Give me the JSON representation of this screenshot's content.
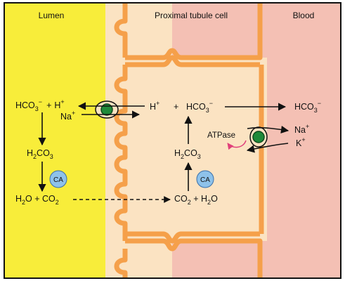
{
  "colors": {
    "lumen": "#f8ed3a",
    "cell": "#fbe3c2",
    "blood": "#f4c0b4",
    "membrane": "#f5a04a",
    "transporter": "#1f8a3a",
    "enzyme": "#8ec2ea",
    "atpase_arrow": "#e0407a"
  },
  "headers": {
    "lumen": "Lumen",
    "cell": "Proximal tubule cell",
    "blood": "Blood"
  },
  "lumen_side": {
    "bicarbonate": "HCO",
    "bicarbonate_sub": "3",
    "bicarbonate_sup": "−",
    "plus": "+",
    "proton": "H",
    "proton_sup": "+",
    "sodium": "Na",
    "sodium_sup": "+",
    "carbonic_acid": "H",
    "carbonic_acid_sub1": "2",
    "carbonic_acid_mid": "CO",
    "carbonic_acid_sub2": "3",
    "enzyme": "CA",
    "water": "H",
    "water_sub": "2",
    "water_o": "O + CO",
    "water_co2_sub": "2"
  },
  "cell_side": {
    "proton": "H",
    "proton_sup": "+",
    "plus": "+",
    "bicarbonate": "HCO",
    "bicarbonate_sub": "3",
    "bicarbonate_sup": "−",
    "carbonic_acid": "H",
    "carbonic_acid_sub1": "2",
    "carbonic_acid_mid": "CO",
    "carbonic_acid_sub2": "3",
    "enzyme": "CA",
    "co2": "CO",
    "co2_sub": "2",
    "co2_plus_h": " + H",
    "water_sub": "2",
    "water_o": "O"
  },
  "blood_side": {
    "atpase": "ATPase",
    "bicarbonate": "HCO",
    "bicarbonate_sub": "3",
    "bicarbonate_sup": "−",
    "sodium": "Na",
    "sodium_sup": "+",
    "potassium": "K",
    "potassium_sup": "+"
  }
}
